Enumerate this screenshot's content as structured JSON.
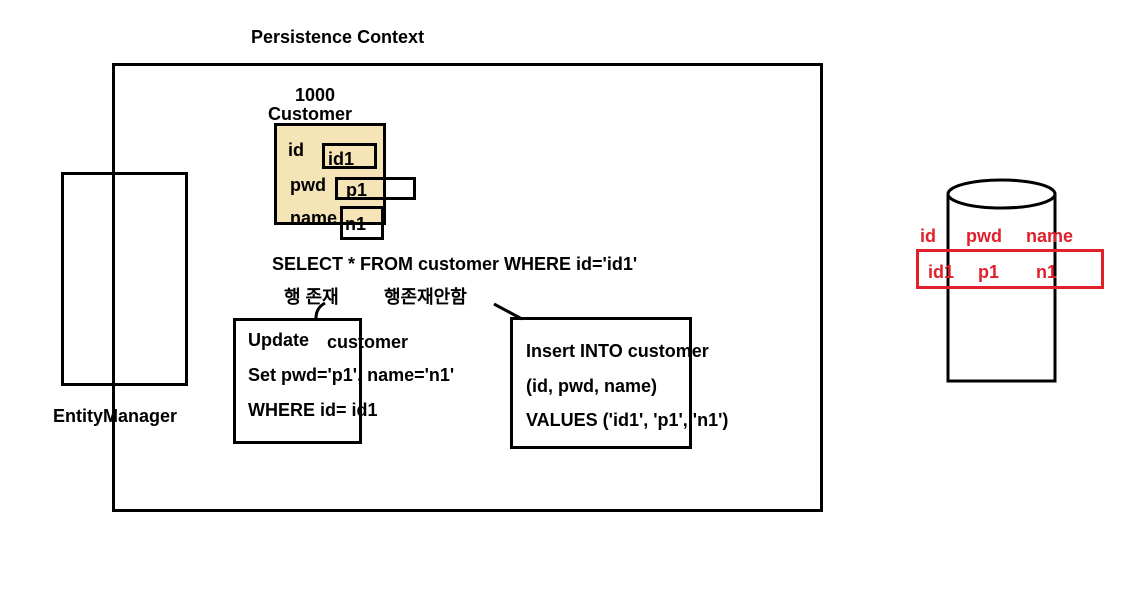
{
  "persistence_context": {
    "title": "Persistence Context"
  },
  "entity_manager": {
    "label": "EntityManager"
  },
  "entity": {
    "id_number": "1000",
    "class_name": "Customer",
    "fields": [
      {
        "name": "id",
        "value": "id1"
      },
      {
        "name": "pwd",
        "value": "p1"
      },
      {
        "name": "name",
        "value": "n1"
      }
    ]
  },
  "select_query": "SELECT * FROM customer WHERE id='id1'",
  "branch_exists_label": "행 존재",
  "branch_not_exists_label": "행존재안함",
  "update_box": {
    "line1_keyword": "Update",
    "line1_table": "customer",
    "line2": "Set pwd='p1', name='n1'",
    "line3": "WHERE id= id1"
  },
  "insert_box": {
    "line1": "Insert INTO customer",
    "line2": "(id, pwd, name)",
    "line3": "VALUES ('id1', 'p1', 'n1')"
  },
  "database": {
    "headers": [
      "id",
      "pwd",
      "name"
    ],
    "row": [
      "id1",
      "p1",
      "n1"
    ],
    "accent_color": "#e0202a"
  },
  "colors": {
    "entity_fill": "#f5e4b5",
    "stroke": "#000000"
  }
}
